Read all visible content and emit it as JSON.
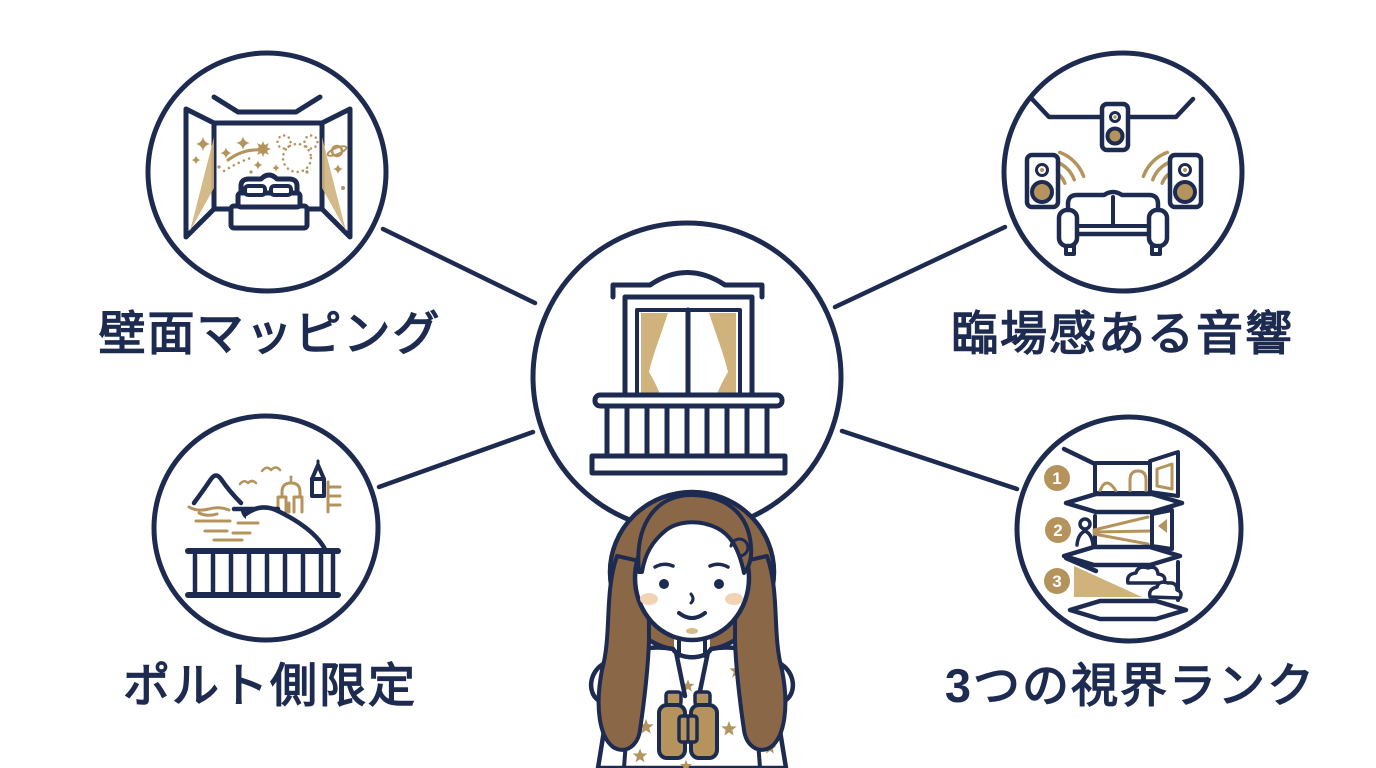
{
  "background": "#ffffff",
  "colors": {
    "background": "#ffffff",
    "navy": "#1d2b50",
    "gold": "#b4945c",
    "gold_light": "#cfb27c",
    "hair_brown": "#8a6747",
    "blush": "#f2d3b6",
    "chin_shade": "#d9b98a"
  },
  "diagram": {
    "center": {
      "icon": "balcony-window-icon"
    },
    "nodes": [
      {
        "id": "wall-mapping",
        "label": "壁面マッピング",
        "icon": "projection-mapped-bedroom-icon",
        "position": "top-left"
      },
      {
        "id": "immersive-audio",
        "label": "臨場感ある音響",
        "icon": "surround-speakers-sofa-icon",
        "position": "top-right"
      },
      {
        "id": "porto-side-only",
        "label": "ポルト側限定",
        "icon": "porto-harbor-view-icon",
        "position": "bottom-left"
      },
      {
        "id": "three-view-ranks",
        "label": "3つの視界ランク",
        "icon": "stacked-view-ranks-icon",
        "position": "bottom-right"
      }
    ],
    "view_rank_numbers": [
      "1",
      "2",
      "3"
    ]
  },
  "character": {
    "name": "girl-with-binoculars"
  }
}
